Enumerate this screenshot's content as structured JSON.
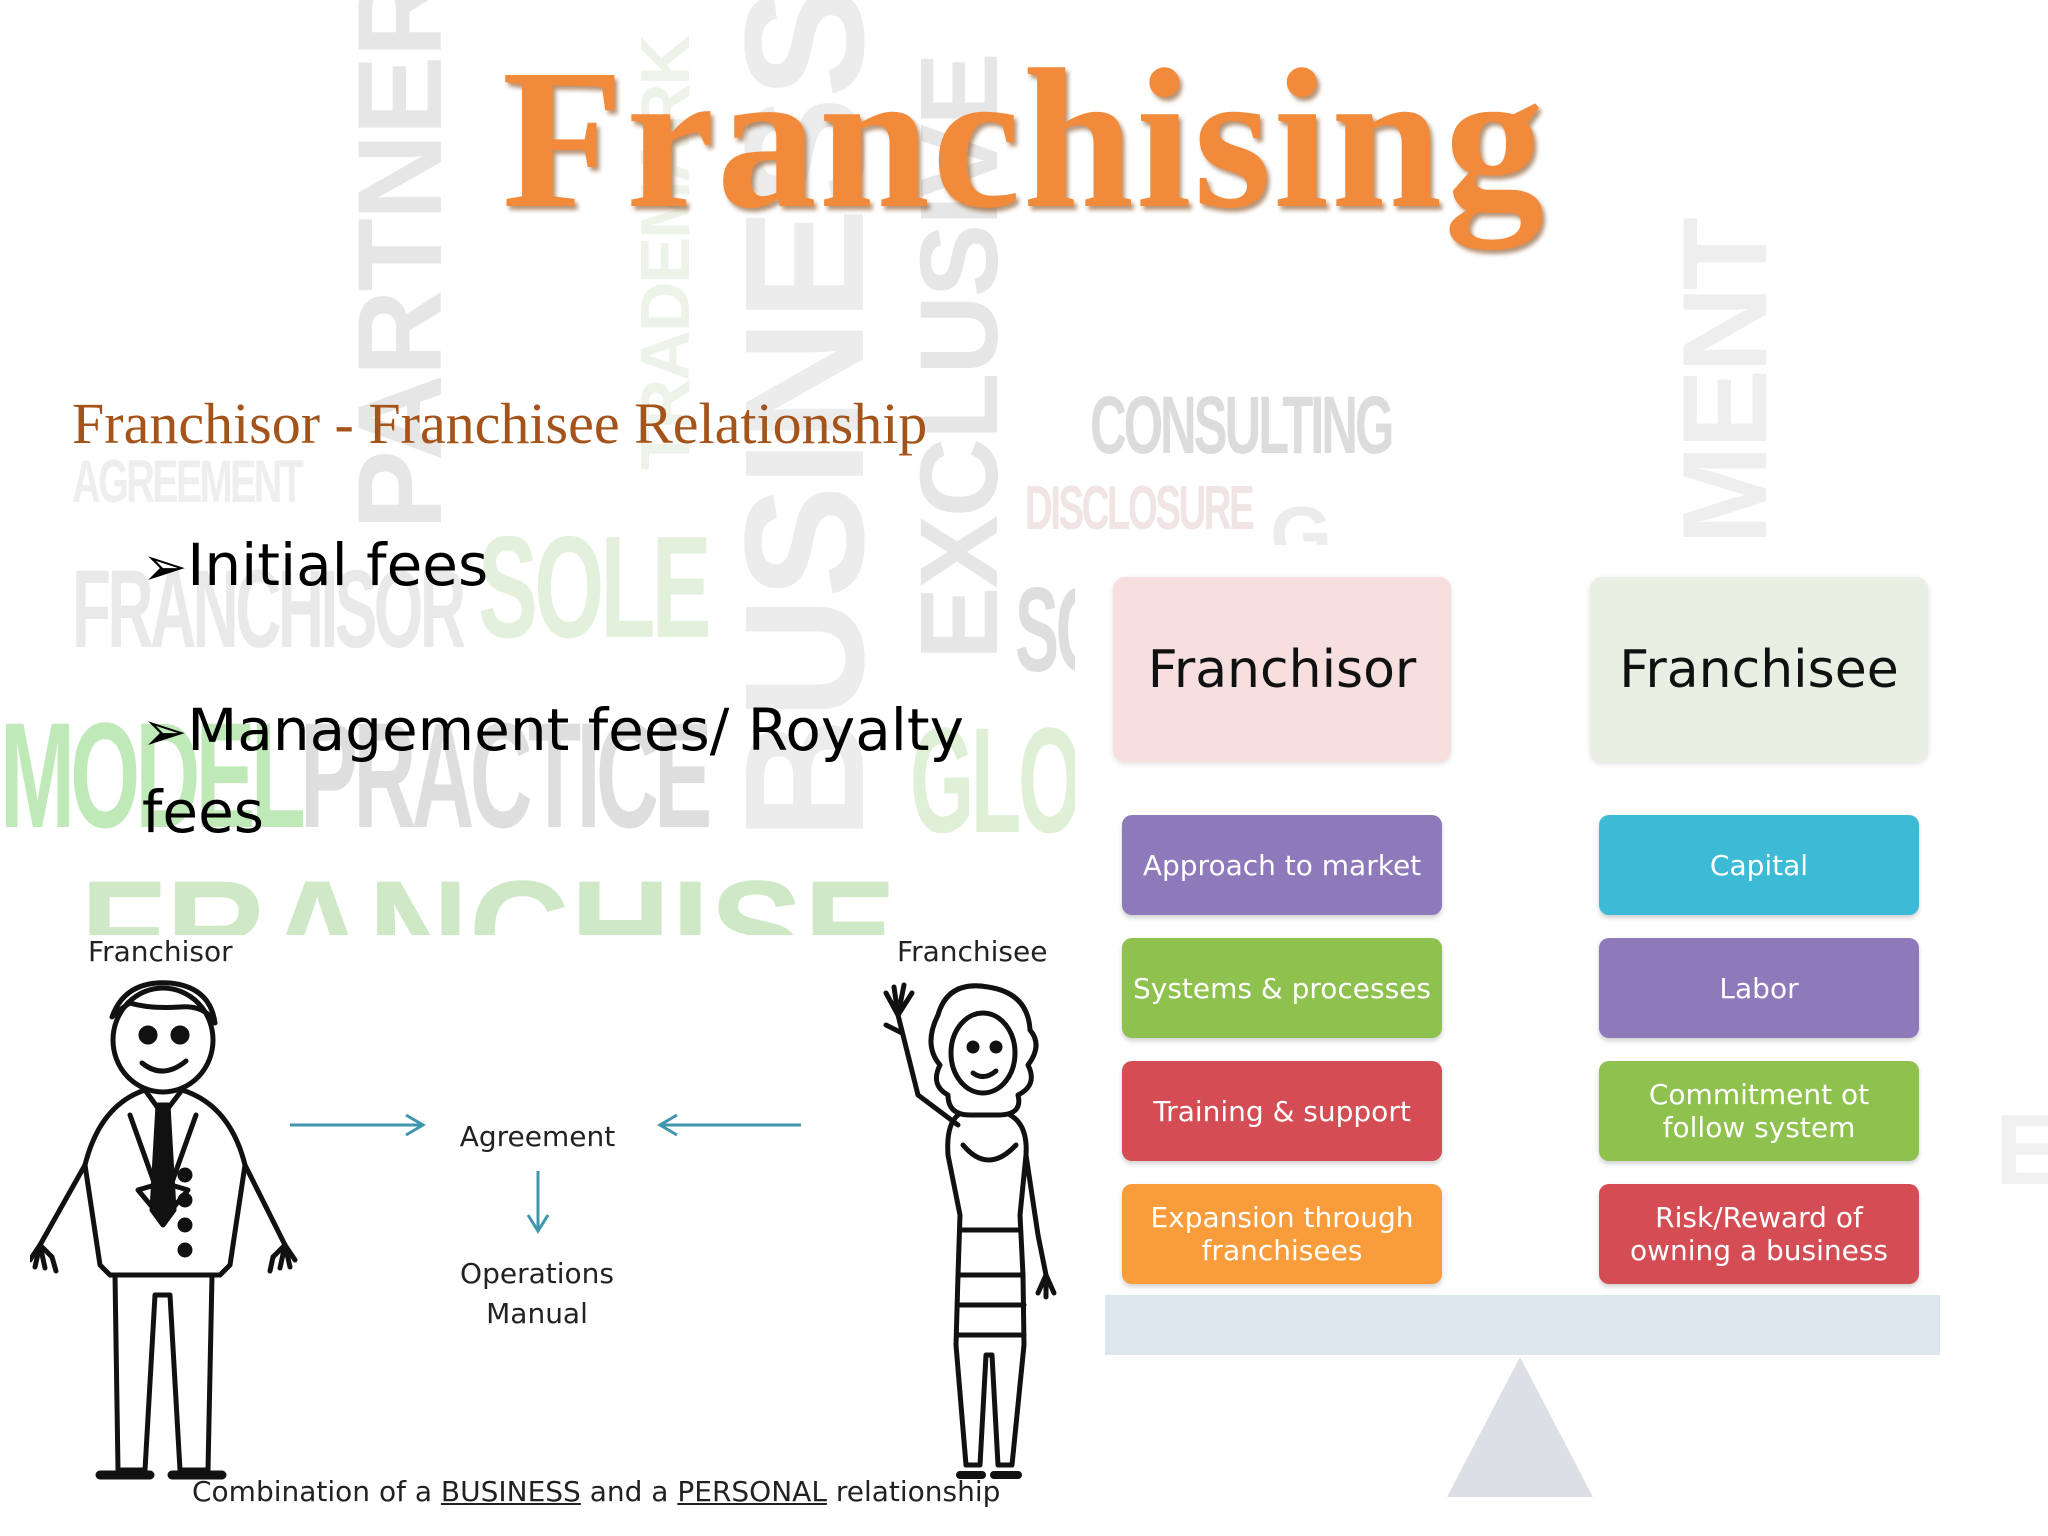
{
  "title": "Franchising",
  "subtitle": "Franchisor - Franchisee Relationship",
  "bullets": [
    {
      "marker": "➢",
      "text": "Initial fees"
    },
    {
      "marker": "➢",
      "text": "Management fees/ Royalty fees"
    }
  ],
  "background_words": [
    "PARTNER",
    "TRADEMARK",
    "BUSINESS",
    "EXCLUSIVE",
    "CONSULTING",
    "DISCLOSURE",
    "AGREEMENT",
    "FRANCHISOR",
    "SOLE",
    "MODEL",
    "PRACTICE",
    "GLO",
    "SC",
    "G",
    "MENT",
    "FRANCHISE",
    "EE"
  ],
  "left_figure": {
    "franchisor_label": "Franchisor",
    "franchisee_label": "Franchisee",
    "agreement_label": "Agreement",
    "operations_manual_label": "Operations Manual",
    "caption": {
      "part1": "Combination of a ",
      "business": "BUSINESS",
      "part2": " and a ",
      "personal": "PERSONAL",
      "part3": " relationship"
    }
  },
  "balance": {
    "franchisor": {
      "label": "Franchisor",
      "color": "#f7dfe0",
      "items": [
        {
          "text": "Approach to market",
          "color": "#8e79bb"
        },
        {
          "text": "Systems & processes",
          "color": "#8fc14e"
        },
        {
          "text": "Training & support",
          "color": "#d44d55"
        },
        {
          "text": "Expansion through franchisees",
          "color": "#f89c3c"
        }
      ]
    },
    "franchisee": {
      "label": "Franchisee",
      "color": "#e9efe2",
      "items": [
        {
          "text": "Capital",
          "color": "#3cbad6"
        },
        {
          "text": "Labor",
          "color": "#8e79bb"
        },
        {
          "text": "Commitment ot follow system",
          "color": "#8fc14e"
        },
        {
          "text": "Risk/Reward of owning a business",
          "color": "#d44d55"
        }
      ]
    }
  }
}
